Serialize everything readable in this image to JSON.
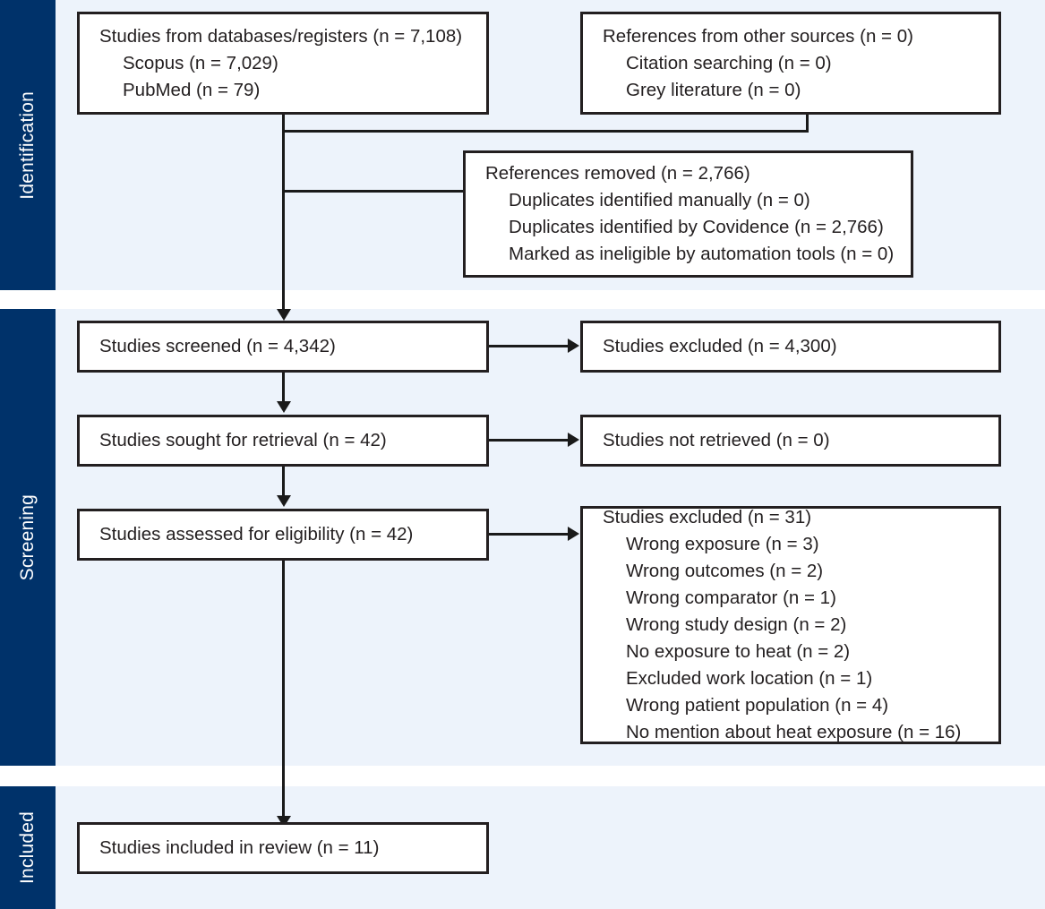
{
  "diagram": {
    "title": "PRISMA flow diagram",
    "colors": {
      "band_label_bg": "#00326a",
      "band_bg": "#edf3fb",
      "box_border": "#231f20",
      "box_bg": "#ffffff",
      "text": "#231f20",
      "connector": "#1a1a1a"
    }
  },
  "sections": {
    "identification": {
      "label": "Identification"
    },
    "screening": {
      "label": "Screening"
    },
    "included": {
      "label": "Included"
    }
  },
  "boxes": {
    "databases": {
      "lines": [
        "Studies from databases/registers (n = 7,108)",
        "Scopus (n = 7,029)",
        "PubMed (n = 79)"
      ]
    },
    "other_sources": {
      "lines": [
        "References from other sources (n = 0)",
        "Citation searching (n = 0)",
        "Grey literature (n = 0)"
      ]
    },
    "references_removed": {
      "lines": [
        "References removed (n = 2,766)",
        "Duplicates identified manually (n = 0)",
        "Duplicates identified by Covidence (n = 2,766)",
        "Marked as ineligible by automation tools (n = 0)"
      ]
    },
    "studies_screened": {
      "lines": [
        "Studies screened (n = 4,342)"
      ]
    },
    "studies_excluded_screening": {
      "lines": [
        "Studies excluded (n = 4,300)"
      ]
    },
    "studies_sought": {
      "lines": [
        "Studies sought for retrieval (n = 42)"
      ]
    },
    "studies_not_retrieved": {
      "lines": [
        "Studies not retrieved (n = 0)"
      ]
    },
    "studies_assessed": {
      "lines": [
        "Studies assessed for eligibility (n = 42)"
      ]
    },
    "studies_excluded_eligibility": {
      "lines": [
        "Studies excluded (n = 31)",
        "Wrong exposure (n = 3)",
        "Wrong outcomes (n = 2)",
        "Wrong comparator (n = 1)",
        "Wrong study design (n = 2)",
        "No exposure to heat (n = 2)",
        "Excluded work location (n = 1)",
        "Wrong patient population (n = 4)",
        "No mention about heat exposure (n = 16)"
      ]
    },
    "studies_included": {
      "lines": [
        "Studies included in review (n = 11)"
      ]
    }
  }
}
